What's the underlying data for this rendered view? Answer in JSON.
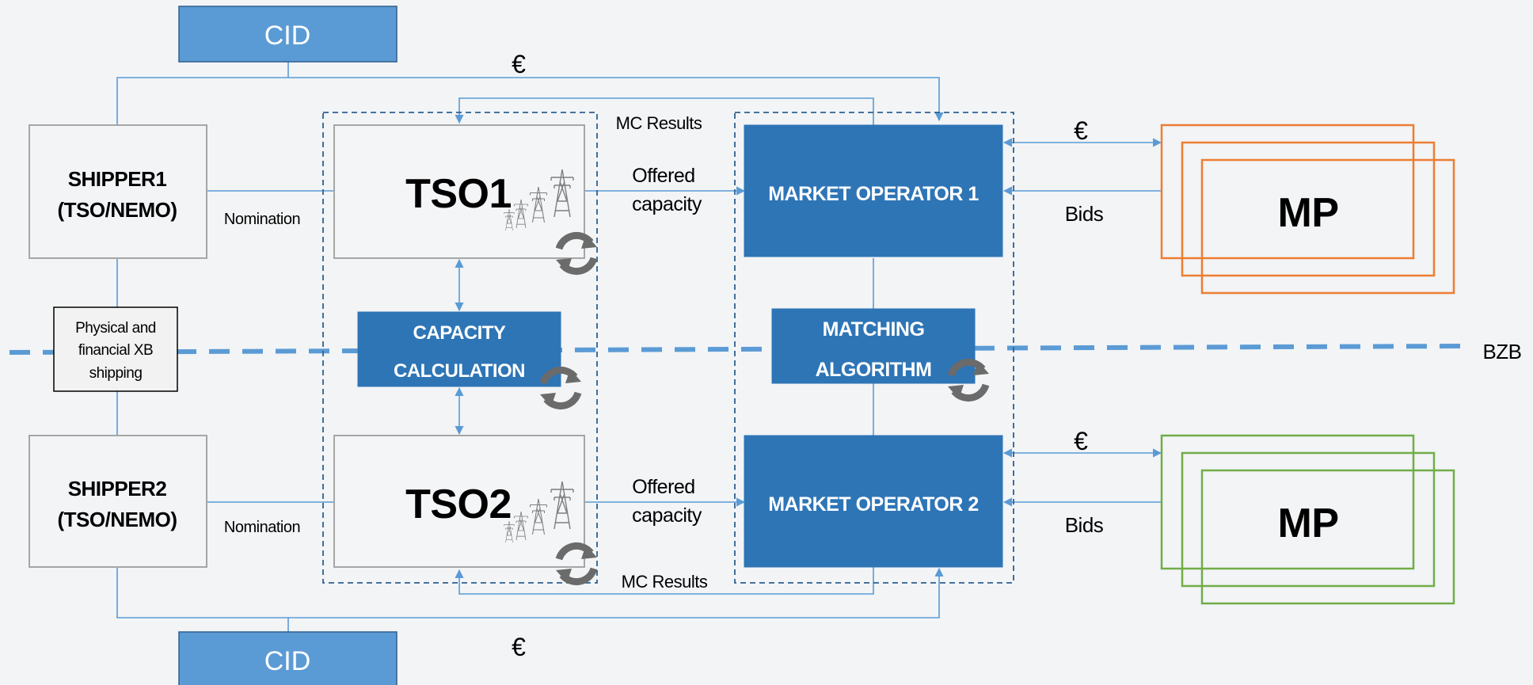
{
  "cid_top": "CID",
  "cid_bottom": "CID",
  "shipper1": {
    "line1": "SHIPPER1",
    "line2": "(TSO/NEMO)"
  },
  "shipper2": {
    "line1": "SHIPPER2",
    "line2": "(TSO/NEMO)"
  },
  "xb_shipping": {
    "line1": "Physical and",
    "line2": "financial XB",
    "line3": "shipping"
  },
  "nomination1": "Nomination",
  "nomination2": "Nomination",
  "tso1": "TSO1",
  "tso2": "TSO2",
  "capacity_calc": {
    "line1": "CAPACITY",
    "line2": "CALCULATION"
  },
  "offered1": {
    "line1": "Offered",
    "line2": "capacity"
  },
  "offered2": {
    "line1": "Offered",
    "line2": "capacity"
  },
  "mc_results_top": "MC Results",
  "mc_results_bottom": "MC Results",
  "market_operator1": "MARKET OPERATOR 1",
  "market_operator2": "MARKET OPERATOR 2",
  "matching": {
    "line1": "MATCHING",
    "line2": "ALGORITHM"
  },
  "euro_top": "€",
  "euro_bottom": "€",
  "euro_mp1": "€",
  "euro_mp2": "€",
  "bids1": "Bids",
  "bids2": "Bids",
  "mp1": "MP",
  "mp2": "MP",
  "bzb": "BZB",
  "colors": {
    "box_blue": "#2e75b6",
    "cid_blue": "#5b9bd5",
    "line_blue": "#5b9bd5",
    "dashed_border": "#2f5f8f",
    "mp_orange": "#ed7d31",
    "mp_green": "#70ad47",
    "grey_border": "#a6a6a6"
  },
  "icons": [
    "power-pylon-icon",
    "refresh-cycle-icon"
  ]
}
